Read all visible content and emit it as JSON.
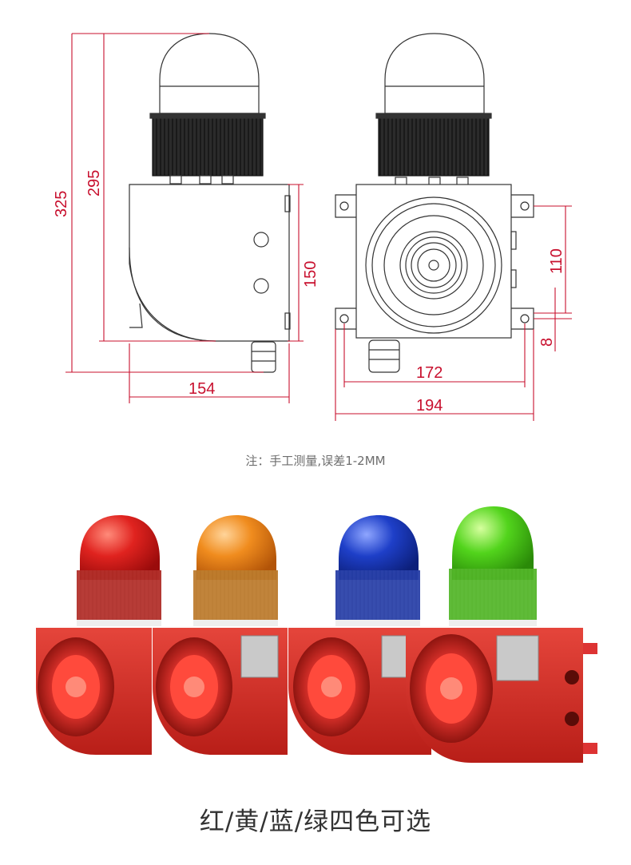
{
  "dimensions": {
    "total_height": "325",
    "body_to_top_height": "295",
    "housing_height": "150",
    "housing_width_side": "154",
    "mount_hole_spacing_vertical": "110",
    "mount_hole_offset": "8",
    "mount_hole_spacing_horizontal": "172",
    "overall_width_front": "194"
  },
  "note": "注：手工测量,误差1-2MM",
  "caption": "红/黄/蓝/绿四色可选",
  "colors": {
    "dimension_line": "#c8102e",
    "drawing_line": "#333333",
    "housing_red": "#d8302a",
    "lens_red": "#e0231f",
    "lens_amber": "#f08c1e",
    "lens_blue": "#1e3fc8",
    "lens_green": "#52d41c"
  },
  "products": [
    {
      "lens_color": "red"
    },
    {
      "lens_color": "amber"
    },
    {
      "lens_color": "blue"
    },
    {
      "lens_color": "green"
    }
  ]
}
